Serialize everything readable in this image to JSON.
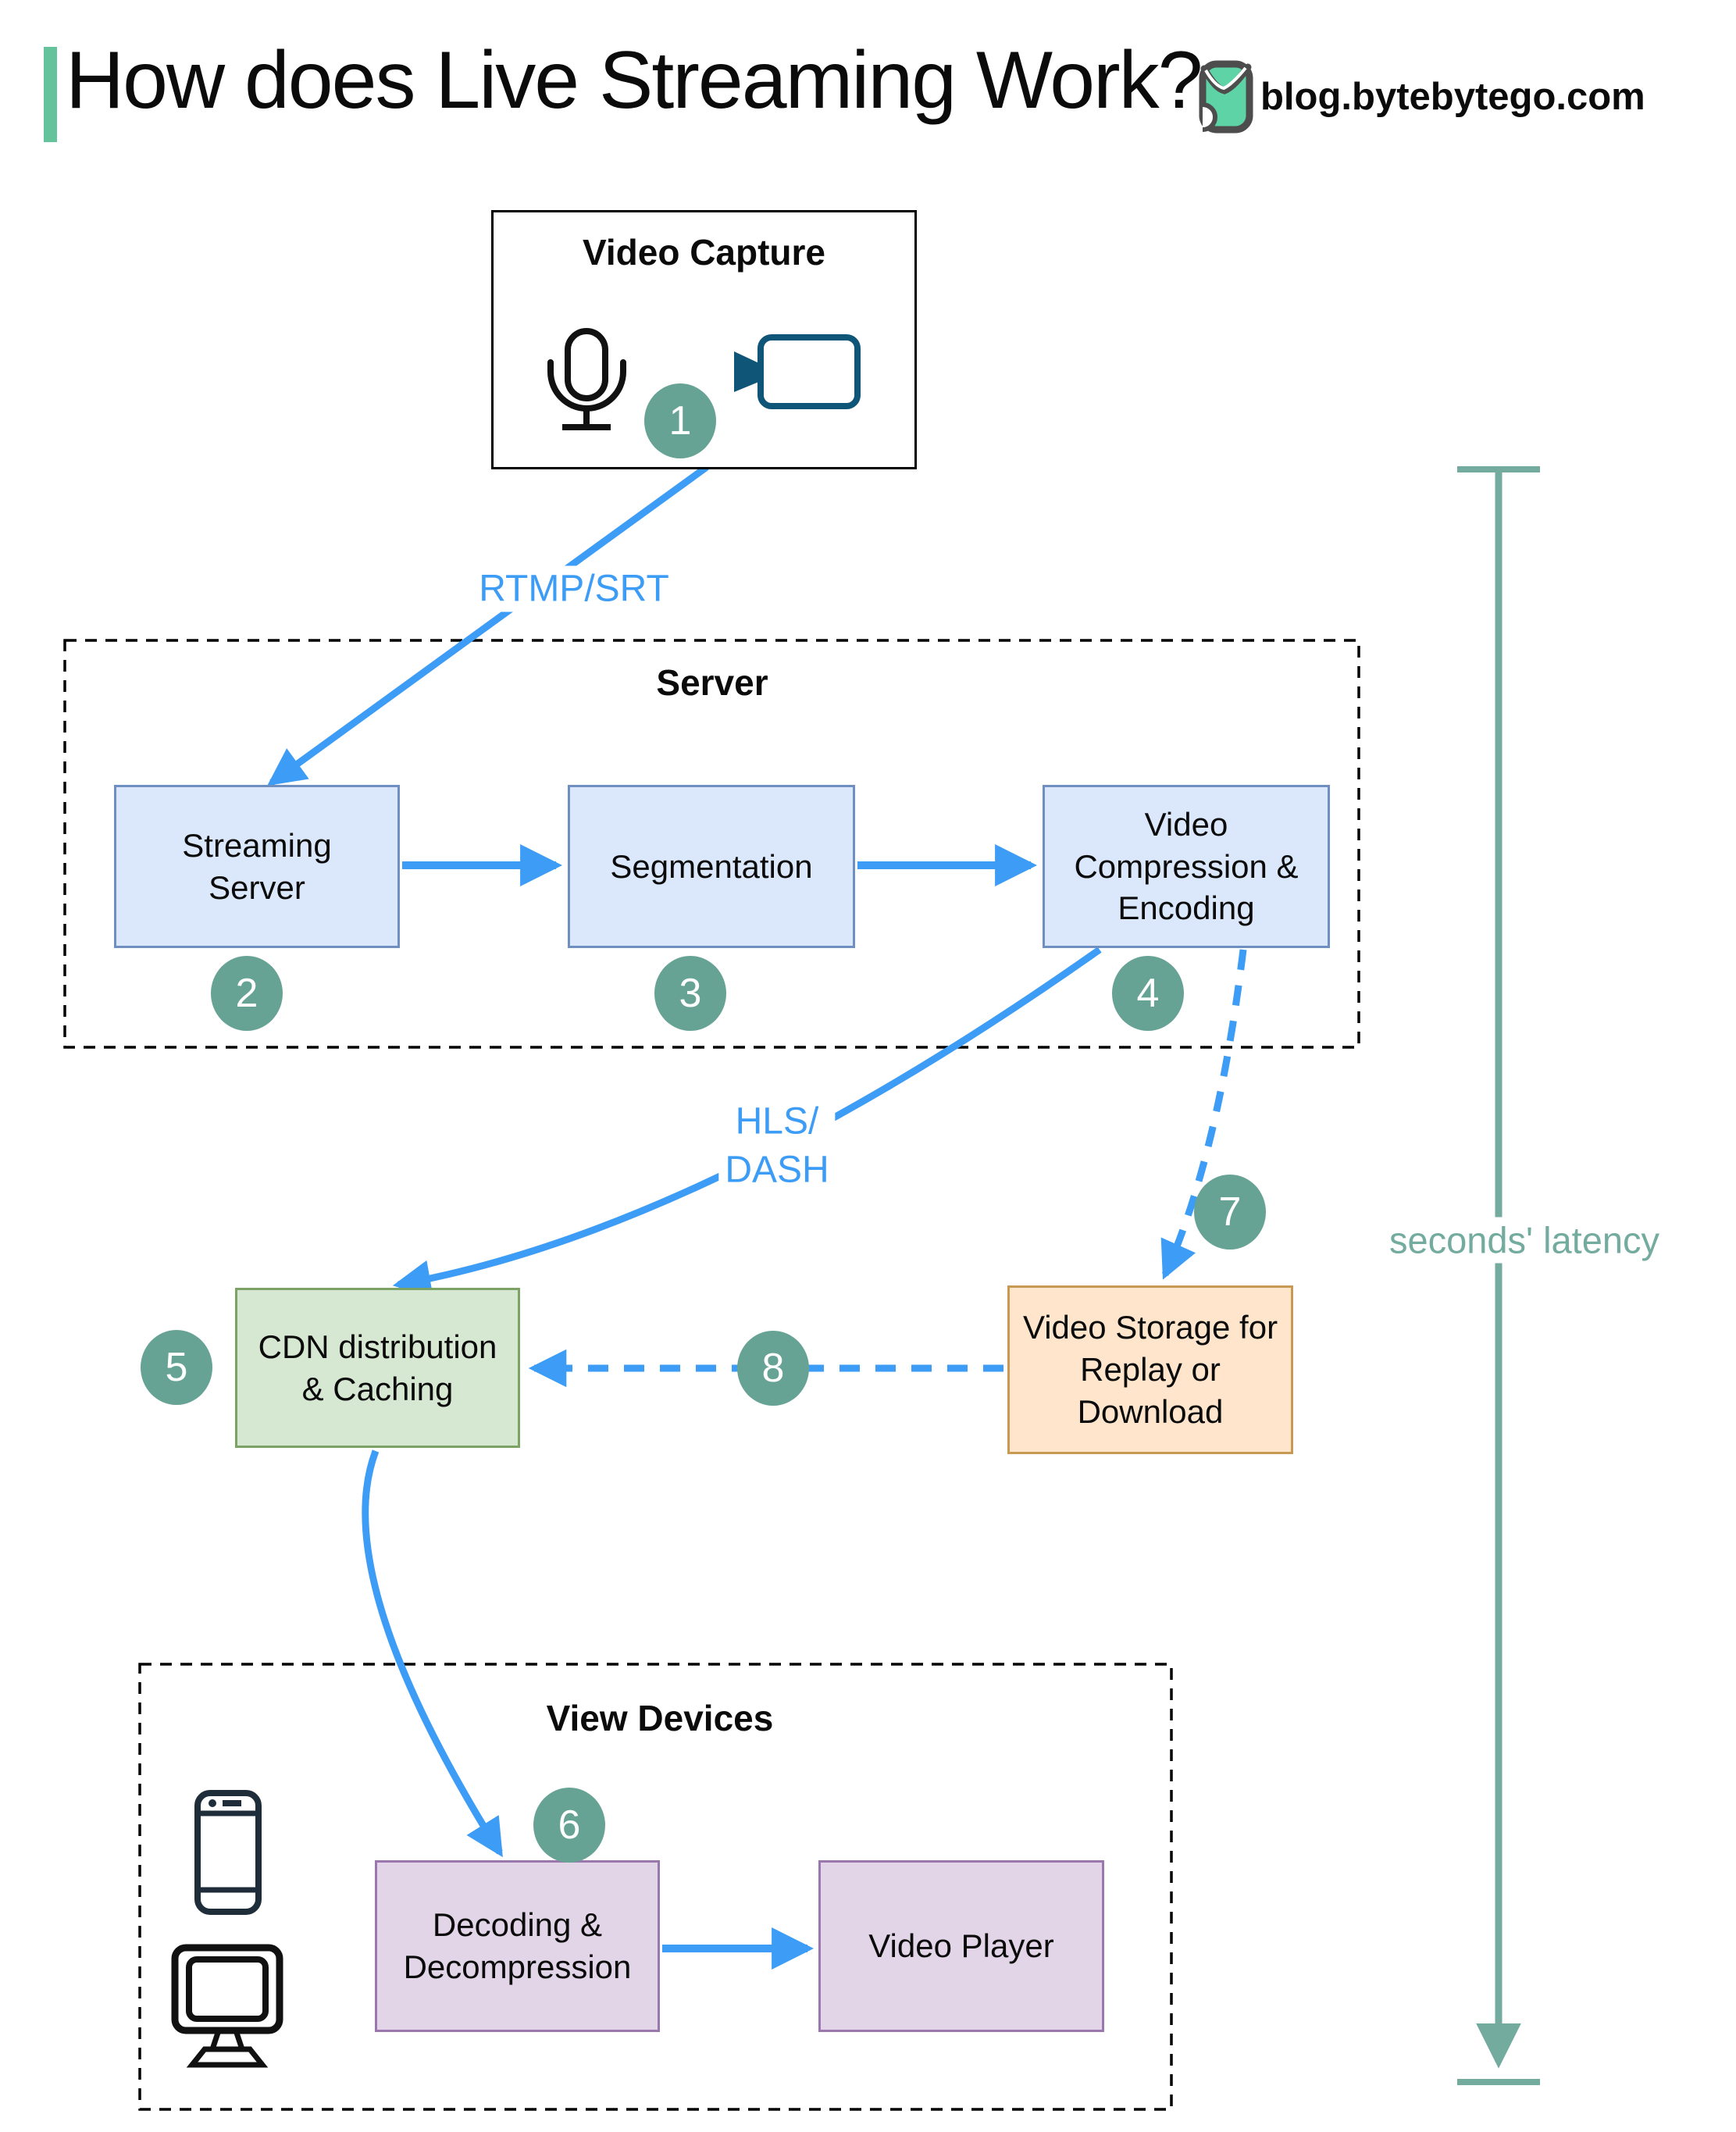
{
  "header": {
    "title": "How does Live Streaming Work?",
    "site": "blog.bytebytego.com",
    "logo_icon": "bytebytego-bird-icon"
  },
  "groups": {
    "server": {
      "label": "Server"
    },
    "view_devices": {
      "label": "View Devices",
      "icons": [
        "smartphone-icon",
        "desktop-monitor-icon"
      ]
    }
  },
  "nodes": {
    "video_capture": {
      "label": "Video Capture",
      "icons": [
        "microphone-icon",
        "video-camera-icon"
      ]
    },
    "streaming_server": {
      "label": "Streaming Server"
    },
    "segmentation": {
      "label": "Segmentation"
    },
    "video_compression": {
      "label": "Video Compression & Encoding"
    },
    "cdn": {
      "label": "CDN distribution & Caching"
    },
    "video_storage": {
      "label": "Video Storage for Replay or Download"
    },
    "decoding": {
      "label": "Decoding & Decompression"
    },
    "video_player": {
      "label": "Video Player"
    }
  },
  "edges": {
    "rtmp": "RTMP/SRT",
    "hls": "HLS/\nDASH",
    "latency": "seconds' latency"
  },
  "steps": [
    {
      "number": "1"
    },
    {
      "number": "2"
    },
    {
      "number": "3"
    },
    {
      "number": "4"
    },
    {
      "number": "5"
    },
    {
      "number": "6"
    },
    {
      "number": "7"
    },
    {
      "number": "8"
    }
  ],
  "colors": {
    "accent_green": "#65c39c",
    "edge_blue": "#3d9cf5",
    "step_circle_teal": "#67a395",
    "latency_teal": "#74ab9f",
    "node_blue_fill": "#dbe8fc",
    "node_blue_border": "#6e8fbf",
    "node_green_fill": "#d6e8d2",
    "node_green_border": "#7ca365",
    "node_orange_fill": "#ffe5cc",
    "node_orange_border": "#c89952",
    "node_purple_fill": "#e2d5e7",
    "node_purple_border": "#9a77ad",
    "camera_icon": "#0f5578"
  }
}
